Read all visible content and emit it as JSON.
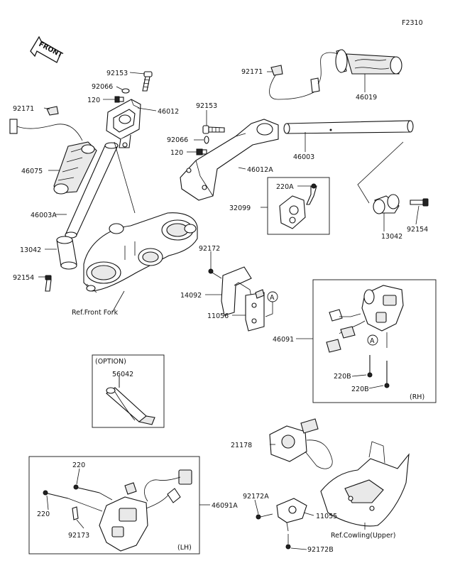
{
  "figure_code": "F2310",
  "front_arrow": "FRONT",
  "labels": {
    "l92153a": "92153",
    "l92066a": "92066",
    "l120a": "120",
    "l46012": "46012",
    "l92171a": "92171",
    "l46075": "46075",
    "l46003A": "46003A",
    "l13042a": "13042",
    "l92154a": "92154",
    "lRefFork": "Ref.Front Fork",
    "l92171b": "92171",
    "l46019": "46019",
    "l92153b": "92153",
    "l92066b": "92066",
    "l120b": "120",
    "l46003": "46003",
    "l46012A": "46012A",
    "l220A": "220A",
    "l32099": "32099",
    "l13042b": "13042",
    "l92154b": "92154",
    "l92172": "92172",
    "l14092": "14092",
    "l11056": "11056",
    "l46091": "46091",
    "l220B1": "220B",
    "l220B2": "220B",
    "lRH": "(RH)",
    "lOption": "(OPTION)",
    "l56042": "56042",
    "l21178": "21178",
    "l92172A": "92172A",
    "l11055": "11055",
    "lRefCowl": "Ref.Cowling(Upper)",
    "l92172B": "92172B",
    "l220lh1": "220",
    "l220lh2": "220",
    "l92173": "92173",
    "l46091A": "46091A",
    "lLH": "(LH)",
    "refA1": "A",
    "refA2": "A"
  }
}
